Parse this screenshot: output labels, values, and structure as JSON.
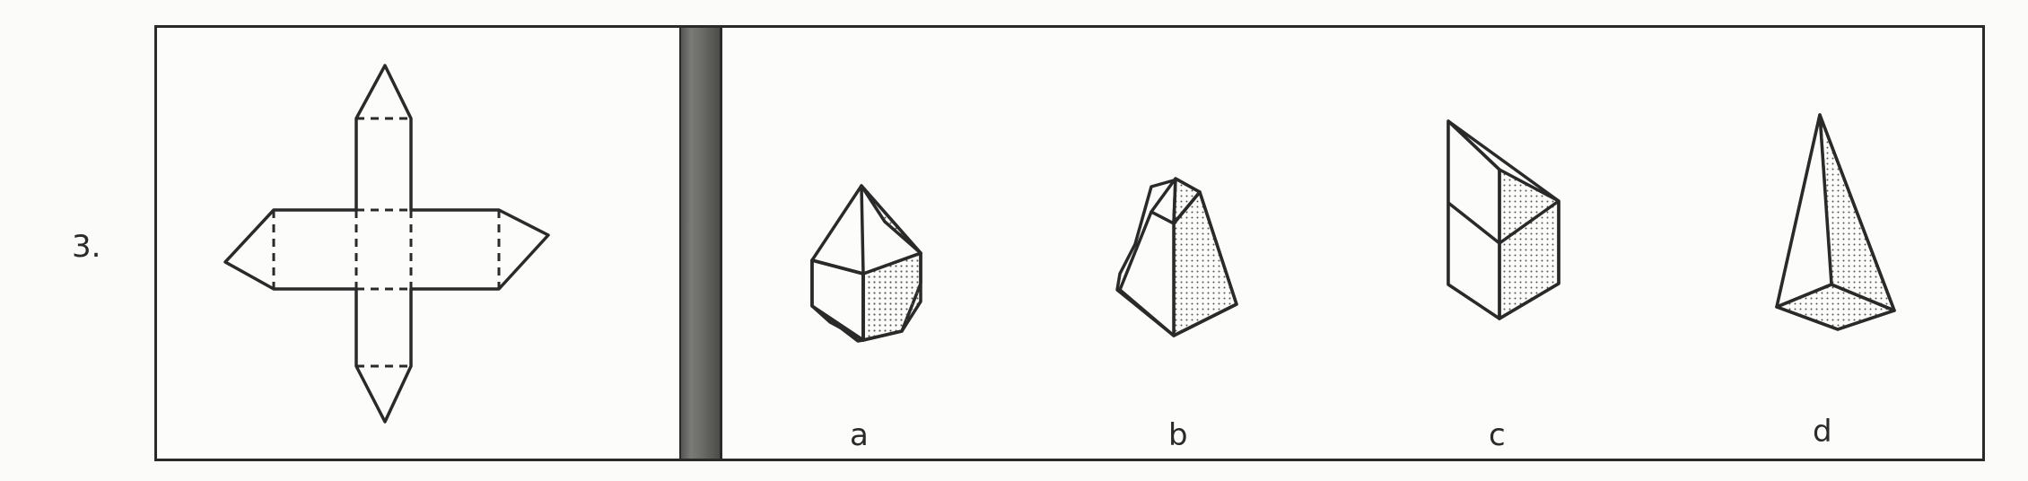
{
  "question": {
    "number": "3."
  },
  "options": [
    {
      "label": "a"
    },
    {
      "label": "b"
    },
    {
      "label": "c"
    },
    {
      "label": "d"
    }
  ]
}
